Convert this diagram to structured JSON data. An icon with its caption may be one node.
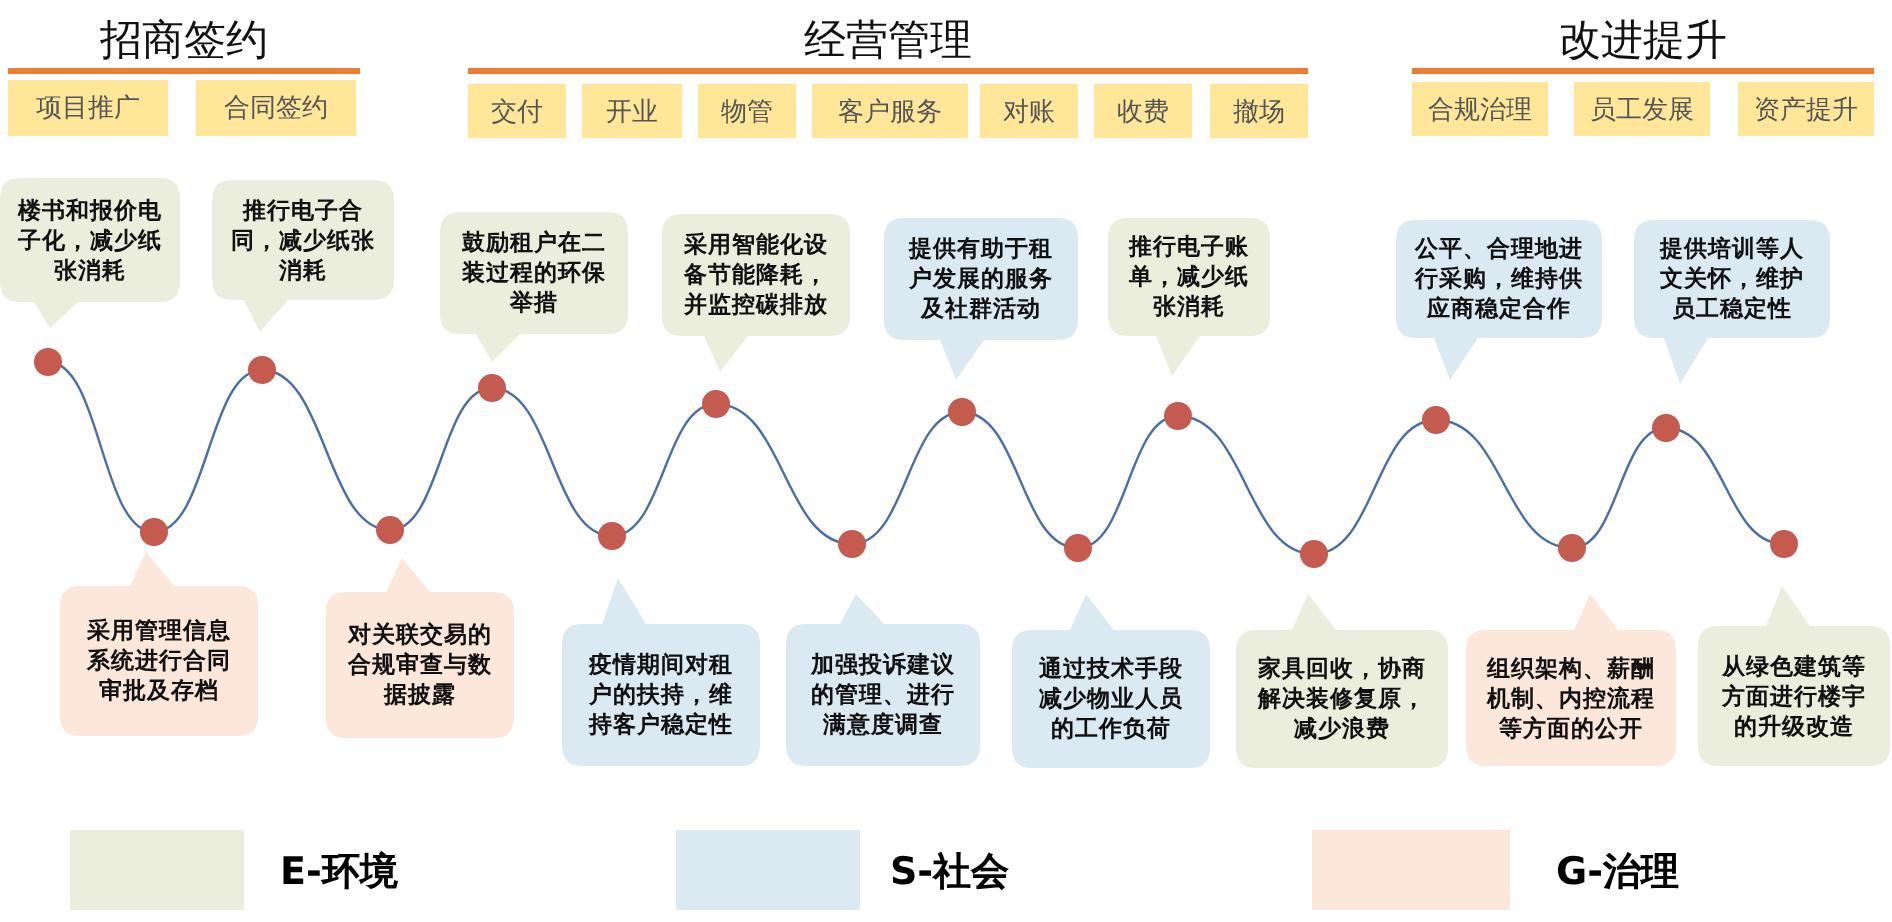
{
  "diagram": {
    "nodes": [
      {
        "text": [
          "项目推广"
        ]
      },
      {
        "text": [
          "合同签约"
        ]
      },
      {
        "text": [
          "交付"
        ]
      },
      {
        "text": [
          "开业"
        ]
      },
      {
        "text": [
          "物管"
        ]
      },
      {
        "text": [
          "客户服务"
        ]
      },
      {
        "text": [
          "对账"
        ]
      },
      {
        "text": [
          "收费"
        ]
      },
      {
        "text": [
          "撤场"
        ]
      },
      {
        "text": [
          "合规治理"
        ]
      },
      {
        "text": [
          "员工发展"
        ]
      },
      {
        "text": [
          "资产提升"
        ]
      },
      {
        "text": [
          "楼书和报价电子化，减少纸张消耗"
        ]
      },
      {
        "text": [
          "采用管理信息系统进行合同审批及存档"
        ]
      },
      {
        "text": [
          "推行电子合同，减少纸张消耗"
        ]
      },
      {
        "text": [
          "对关联交易的合规审查与数据披露"
        ]
      },
      {
        "text": [
          "鼓励租户在二装过程的环保举措"
        ]
      },
      {
        "text": [
          "疫情期间对租户的扶持，维持客户稳定性"
        ]
      },
      {
        "text": [
          "采用智能化设备节能降耗，并监控碳排放"
        ]
      },
      {
        "text": [
          "加强投诉建议的管理、进行满意度调查"
        ]
      },
      {
        "text": [
          "提供有助于租户发展的服务及社群活动"
        ]
      },
      {
        "text": [
          "通过技术手段减少物业人员的工作负荷"
        ]
      },
      {
        "text": [
          "推行电子账单，减少纸张消耗"
        ]
      },
      {
        "text": [
          "家具回收，协商解决装修复原，减少浪费"
        ]
      },
      {
        "text": [
          "公平、合理地进行采购，维持供应商稳定合作"
        ]
      },
      {
        "text": [
          "组织架构、薪酬机制、内控流程等方面的公开"
        ]
      },
      {
        "text": [
          "提供培训等人文关怀，维护员工稳定性"
        ]
      },
      {
        "text": [
          "从绿色建筑等方面进行楼宇的升级改造"
        ]
      }
    ],
    "labels": [
      "招商签约",
      "经营管理",
      "改进提升"
    ],
    "legend": [
      {
        "text": "E-环境",
        "color": "#ebeedd"
      },
      {
        "text": "S-社会",
        "color": "#dbeaf2"
      },
      {
        "text": "G-治理",
        "color": "#fde7da"
      }
    ]
  }
}
